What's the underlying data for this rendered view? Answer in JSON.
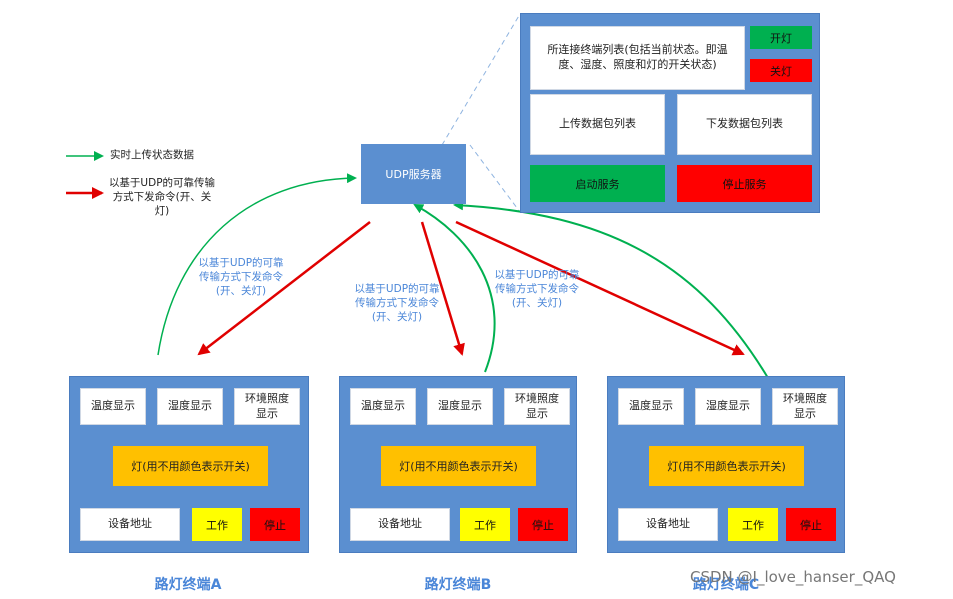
{
  "server_panel": {
    "client_list": "所连接终端列表(包括当前状态。即温度、湿度、照度和灯的开关状态)",
    "light_on": "开灯",
    "light_off": "关灯",
    "upload_list": "上传数据包列表",
    "download_list": "下发数据包列表",
    "start_service": "启动服务",
    "stop_service": "停止服务"
  },
  "udp_server": "UDP服务器",
  "legend": {
    "green": "实时上传状态数据",
    "red": "以基于UDP的可靠传输方式下发命令(开、关灯)"
  },
  "notes": [
    "以基于UDP的可靠传输方式下发命令(开、关灯)",
    "以基于UDP的可靠传输方式下发命令(开、关灯)",
    "以基于UDP的可靠传输方式下发命令(开、关灯)"
  ],
  "terminals": [
    {
      "temp": "温度显示",
      "hum": "湿度显示",
      "lux": "环境照度显示",
      "lamp": "灯(用不用颜色表示开关)",
      "addr": "设备地址",
      "work": "工作",
      "stop": "停止",
      "label": "路灯终端A"
    },
    {
      "temp": "温度显示",
      "hum": "湿度显示",
      "lux": "环境照度显示",
      "lamp": "灯(用不用颜色表示开关)",
      "addr": "设备地址",
      "work": "工作",
      "stop": "停止",
      "label": "路灯终端B"
    },
    {
      "temp": "温度显示",
      "hum": "湿度显示",
      "lux": "环境照度显示",
      "lamp": "灯(用不用颜色表示开关)",
      "addr": "设备地址",
      "work": "工作",
      "stop": "停止",
      "label": "路灯终端C"
    }
  ],
  "watermark": "CSDN @I_love_hanser_QAQ",
  "colors": {
    "panel": "#5b8fd0",
    "green": "#00b050",
    "red": "#ff0000",
    "yellow": "#ffff00",
    "lamp": "#ffc000",
    "label": "#4a86d8"
  }
}
